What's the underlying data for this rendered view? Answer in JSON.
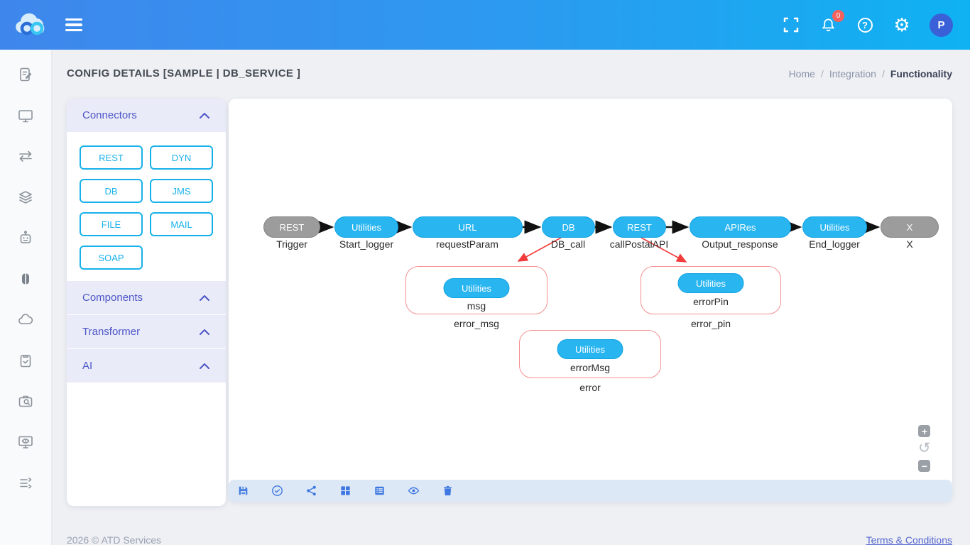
{
  "navbar": {
    "notification_count": "0",
    "avatar_initial": "P",
    "help_glyph": "?",
    "gear_glyph": "⚙"
  },
  "sidebar": {
    "icons": [
      "edit-document-icon",
      "monitor-icon",
      "transfer-arrows-icon",
      "layers-icon",
      "robot-icon",
      "brain-icon",
      "cloud-icon",
      "clipboard-check-icon",
      "search-case-icon",
      "monitor-eye-icon",
      "flow-stack-icon"
    ]
  },
  "header": {
    "title": "CONFIG DETAILS [SAMPLE | DB_SERVICE ]",
    "breadcrumb": {
      "home": "Home",
      "section": "Integration",
      "current": "Functionality",
      "separator": "/"
    }
  },
  "panel": {
    "sections": [
      {
        "label": "Connectors",
        "expanded": true,
        "items": [
          "REST",
          "DYN",
          "DB",
          "JMS",
          "FILE",
          "MAIL",
          "SOAP"
        ]
      },
      {
        "label": "Components",
        "expanded": true,
        "items": []
      },
      {
        "label": "Transformer",
        "expanded": true,
        "items": []
      },
      {
        "label": "AI",
        "expanded": true,
        "items": []
      }
    ]
  },
  "flow": {
    "nodes": [
      {
        "type": "REST",
        "label": "Trigger",
        "variant": "gray"
      },
      {
        "type": "Utilities",
        "label": "Start_logger",
        "variant": "cyan"
      },
      {
        "type": "URL",
        "label": "requestParam",
        "variant": "cyan"
      },
      {
        "type": "DB",
        "label": "DB_call",
        "variant": "cyan"
      },
      {
        "type": "REST",
        "label": "callPostalAPI",
        "variant": "cyan"
      },
      {
        "type": "APIRes",
        "label": "Output_response",
        "variant": "cyan"
      },
      {
        "type": "Utilities",
        "label": "End_logger",
        "variant": "cyan"
      },
      {
        "type": "X",
        "label": "X",
        "variant": "gray"
      }
    ],
    "error_groups": [
      {
        "pill": "Utilities",
        "inner_label": "msg",
        "group_label": "error_msg"
      },
      {
        "pill": "Utilities",
        "inner_label": "errorPin",
        "group_label": "error_pin"
      },
      {
        "pill": "Utilities",
        "inner_label": "errorMsg",
        "group_label": "error"
      }
    ]
  },
  "canvas_toolbar": {
    "icons": [
      "save-icon",
      "check-circle-icon",
      "share-icon",
      "grid-icon",
      "list-icon",
      "eye-icon",
      "trash-icon"
    ]
  },
  "zoom_controls": {
    "zoom_in": "+",
    "zoom_out": "−",
    "reset_glyph": "↺"
  },
  "footer": {
    "copyright": "2026 © ATD Services",
    "terms_link": "Terms & Conditions"
  },
  "colors": {
    "navbar_gradient_start": "#3f86ec",
    "navbar_gradient_end": "#0fb2f2",
    "accent_cyan": "#17b1ea",
    "node_cyan": "#29b5f0",
    "node_gray": "#9c9c9c",
    "error_border_red": "#f59090",
    "arrow_red": "#f23c3c",
    "toolbar_blue": "#3e78e0",
    "panel_header_bg": "#e9ebf9",
    "panel_header_text": "#4d56c6",
    "badge_red": "#f4625e",
    "avatar_blue": "#3a60d8"
  }
}
